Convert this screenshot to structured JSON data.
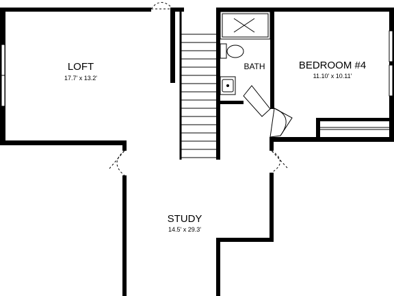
{
  "rooms": {
    "loft": {
      "name": "LOFT",
      "dims": "17.7' x 13.2'"
    },
    "bedroom": {
      "name": "BEDROOM #4",
      "dims": "11.10' x 10.11'"
    },
    "bath": {
      "name": "BATH"
    },
    "study": {
      "name": "STUDY",
      "dims": "14.5' x 29.3'"
    }
  }
}
